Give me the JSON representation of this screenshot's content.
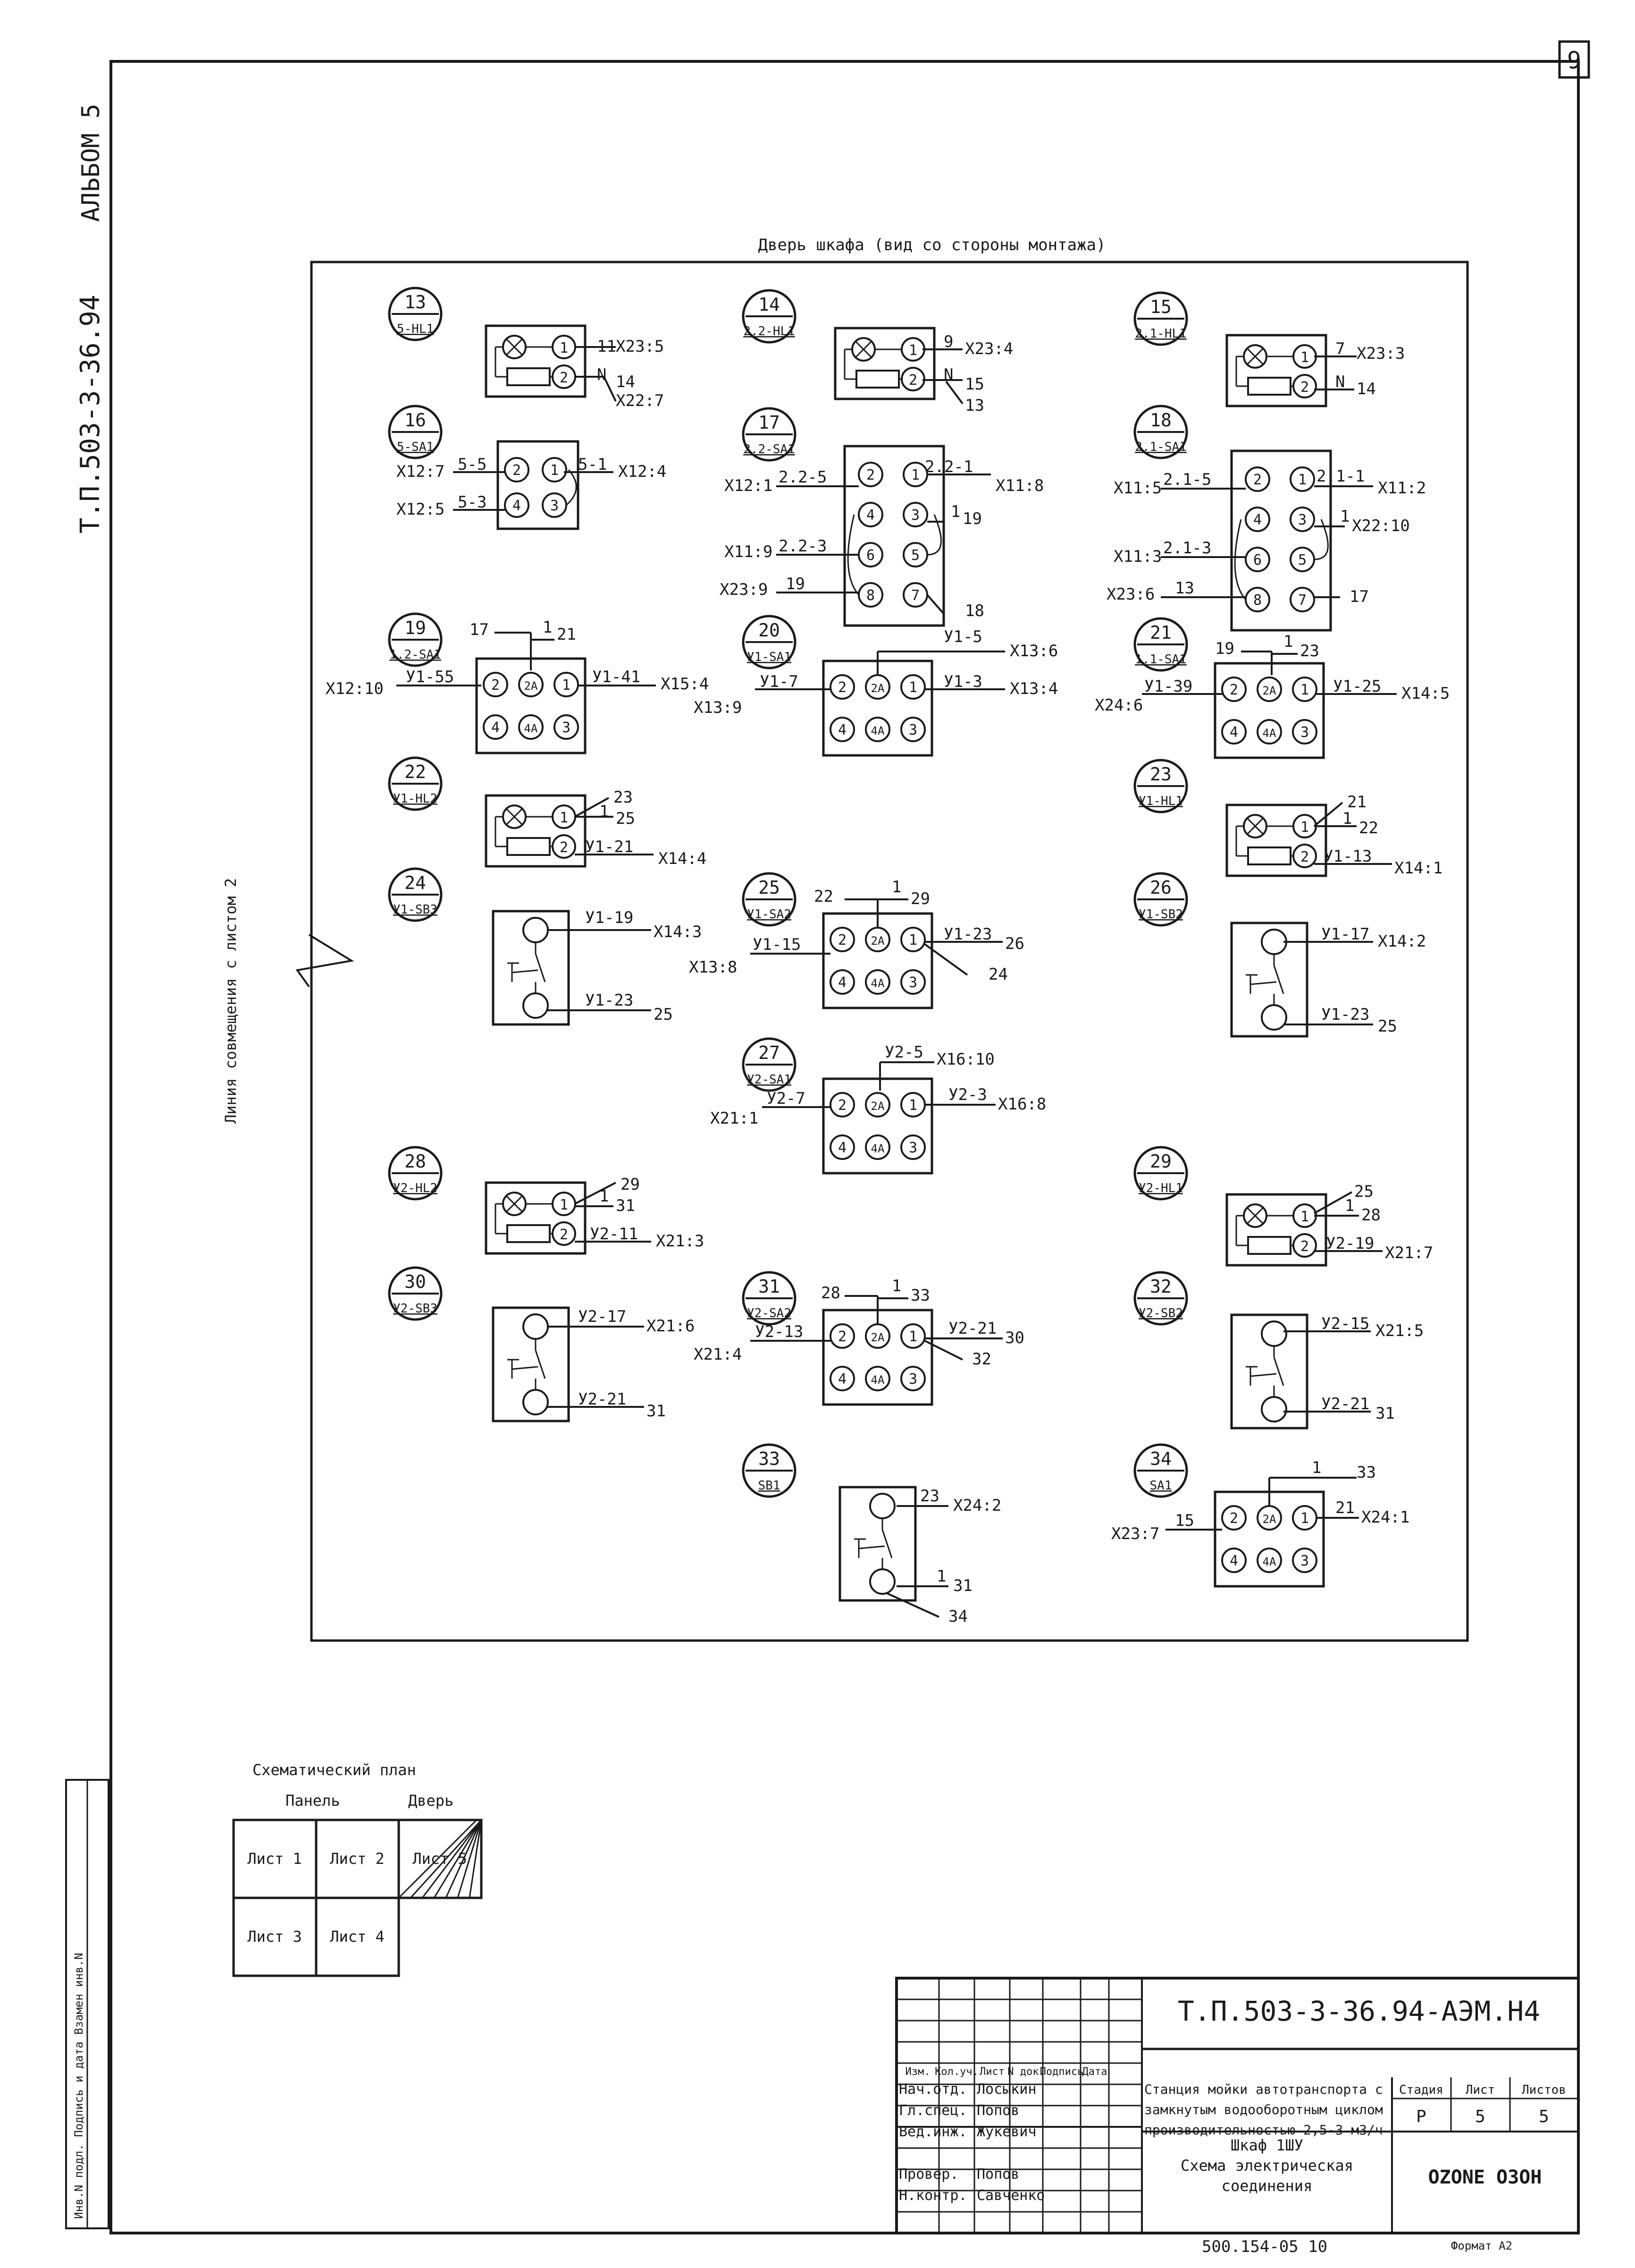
{
  "sheet": {
    "page_number": "9",
    "album": "АЛЬБОМ 5",
    "side_doc_code": "Т.П.503-3-36.94",
    "door_title": "Дверь шкафа (вид со стороны монтажа)",
    "alignment_line": "Линия совмещения с листом 2",
    "left_stamp": "Инв.N подл. Подпись и дата Взамен инв.N"
  },
  "devices": [
    {
      "num": "13",
      "ref": "5-HL1"
    },
    {
      "num": "14",
      "ref": "2.2-HL1"
    },
    {
      "num": "15",
      "ref": "2.1-HL1"
    },
    {
      "num": "16",
      "ref": "5-SA1"
    },
    {
      "num": "17",
      "ref": "2.2-SA1"
    },
    {
      "num": "18",
      "ref": "2.1-SA1"
    },
    {
      "num": "19",
      "ref": "1.2-SA1"
    },
    {
      "num": "20",
      "ref": "У1-SA1"
    },
    {
      "num": "21",
      "ref": "1.1-SA1"
    },
    {
      "num": "22",
      "ref": "У1-HL2"
    },
    {
      "num": "23",
      "ref": "У1-HL1"
    },
    {
      "num": "24",
      "ref": "У1-SB3"
    },
    {
      "num": "25",
      "ref": "У1-SA2"
    },
    {
      "num": "26",
      "ref": "У1-SB2"
    },
    {
      "num": "27",
      "ref": "У2-SA1"
    },
    {
      "num": "28",
      "ref": "У2-HL2"
    },
    {
      "num": "29",
      "ref": "У2-HL1"
    },
    {
      "num": "30",
      "ref": "У2-SB3"
    },
    {
      "num": "31",
      "ref": "У2-SA2"
    },
    {
      "num": "32",
      "ref": "У2-SB2"
    },
    {
      "num": "33",
      "ref": "SB1"
    },
    {
      "num": "34",
      "ref": "SA1"
    }
  ],
  "labels": {
    "d13": [
      "11",
      "X23:5",
      "N",
      "14",
      "X22:7"
    ],
    "d14": [
      "9",
      "X23:4",
      "N",
      "15",
      "13"
    ],
    "d15": [
      "7",
      "X23:3",
      "N",
      "14"
    ],
    "d16": [
      "X12:7",
      "5-5",
      "5-1",
      "X12:4",
      "X12:5",
      "5-3"
    ],
    "d17": [
      "X12:1",
      "2.2-5",
      "2.2-1",
      "X11:8",
      "1",
      "19",
      "X11:9",
      "2.2-3",
      "X23:9",
      "19",
      "18"
    ],
    "d18": [
      "X11:5",
      "2.1-5",
      "2.1-1",
      "X11:2",
      "1",
      "X22:10",
      "X11:3",
      "2.1-3",
      "X23:6",
      "13",
      "17"
    ],
    "d19": [
      "17",
      "1",
      "21",
      "X12:10",
      "У1-55",
      "У1-41",
      "X15:4"
    ],
    "d20": [
      "У1-5",
      "X13:6",
      "X13:9",
      "У1-7",
      "У1-3",
      "X13:4"
    ],
    "d21": [
      "19",
      "1",
      "23",
      "X24:6",
      "У1-39",
      "У1-25",
      "X14:5"
    ],
    "d22": [
      "23",
      "1",
      "25",
      "У1-21",
      "X14:4"
    ],
    "d23": [
      "21",
      "1",
      "22",
      "У1-13",
      "X14:1"
    ],
    "d24": [
      "У1-19",
      "X14:3",
      "У1-23",
      "25"
    ],
    "d25": [
      "22",
      "1",
      "29",
      "X13:8",
      "У1-15",
      "У1-23",
      "26",
      "24"
    ],
    "d26": [
      "У1-17",
      "X14:2",
      "У1-23",
      "25"
    ],
    "d27": [
      "У2-5",
      "X16:10",
      "X21:1",
      "У2-7",
      "У2-3",
      "X16:8"
    ],
    "d28": [
      "29",
      "1",
      "31",
      "У2-11",
      "X21:3"
    ],
    "d29": [
      "25",
      "1",
      "28",
      "У2-19",
      "X21:7"
    ],
    "d30": [
      "У2-17",
      "X21:6",
      "У2-21",
      "31"
    ],
    "d31": [
      "28",
      "1",
      "33",
      "X21:4",
      "У2-13",
      "У2-21",
      "30",
      "32"
    ],
    "d32": [
      "У2-15",
      "X21:5",
      "У2-21",
      "31"
    ],
    "d33": [
      "23",
      "X24:2",
      "1",
      "31",
      "34"
    ],
    "d34": [
      "1",
      "33",
      "X23:7",
      "15",
      "21",
      "X24:1"
    ]
  },
  "switch_contacts": [
    "2",
    "2A",
    "1",
    "4",
    "4A",
    "3"
  ],
  "switch8_contacts": [
    "2",
    "1",
    "4",
    "3",
    "6",
    "5",
    "8",
    "7"
  ],
  "lamp_contacts": [
    "1",
    "2"
  ],
  "plan": {
    "title": "Схематический план",
    "col_panel": "Панель",
    "col_door": "Дверь",
    "cells": [
      "Лист 1",
      "Лист 2",
      "Лист 5",
      "Лист 3",
      "Лист 4"
    ]
  },
  "title_block": {
    "doc_code": "Т.П.503-3-36.94-АЭМ.Н4",
    "header_cols": [
      "Изм.",
      "Кол.уч.",
      "Лист",
      "N док.",
      "Подпись",
      "Дата"
    ],
    "roles": [
      "Нач.отд.",
      "Гл.спец.",
      "Вед.инж.",
      "Провер.",
      "Н.контр."
    ],
    "names": [
      "Лосыкин",
      "Попов",
      "Жукевич",
      "Попов",
      "Савченко"
    ],
    "project": [
      "Станция мойки автотранспорта с",
      "замкнутым водооборотным циклом",
      "производительностью 2,5-3 м3/ч"
    ],
    "drawing": [
      "Шкаф 1ШУ",
      "Схема электрическая",
      "соединения"
    ],
    "stage_h": "Стадия",
    "sheet_h": "Лист",
    "sheets_h": "Листов",
    "stage": "Р",
    "sheet": "5",
    "sheets": "5",
    "org": "ОZONE ОЗОН",
    "bottom_note": "500.154-05  10",
    "format": "Формат А2"
  }
}
